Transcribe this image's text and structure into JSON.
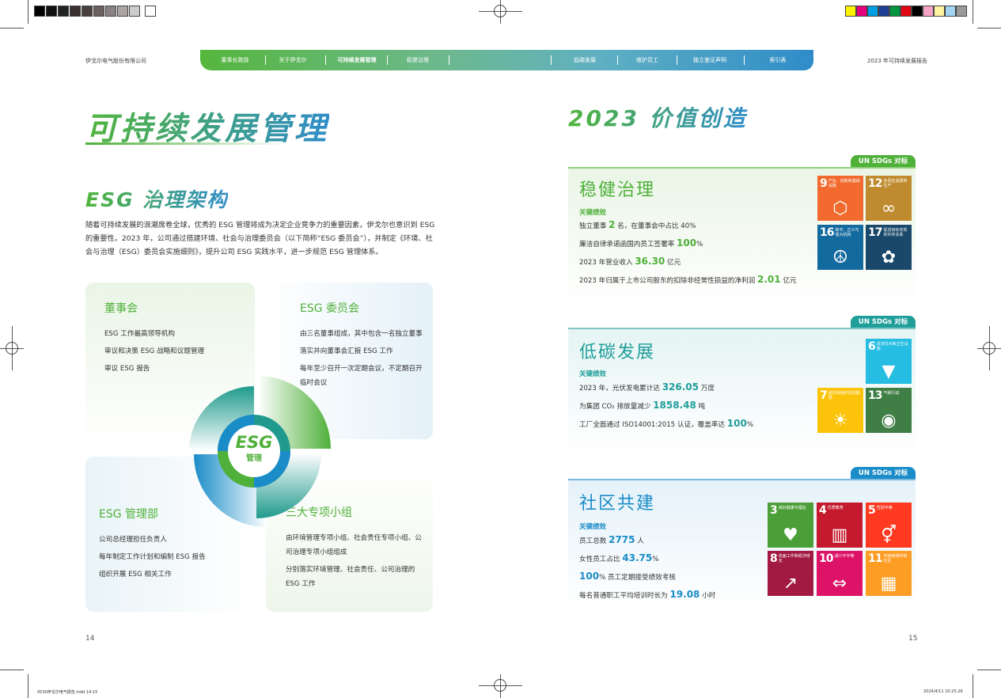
{
  "header": {
    "company": "伊戈尔电气股份有限公司",
    "report": "2023 年可持续发展报告",
    "nav": [
      "董事长致辞",
      "关于伊戈尔",
      "可持续发展管理",
      "稳健治理",
      "低碳发展",
      "维护员工",
      "独立鉴证声明",
      "索引表"
    ]
  },
  "left": {
    "title": "可持续发展管理",
    "subtitle": "ESG 治理架构",
    "intro": "随着可持续发展的浪潮席卷全球，优秀的 ESG 管理将成为决定企业竞争力的重要因素，伊戈尔也意识到 ESG 的重要性。2023 年，公司通过搭建环境、社会与治理委员会（以下简称“ESG 委员会”），并制定《环境、社会与治理（ESG）委员会实施细则》，提升公司 ESG 实践水平，进一步规范 ESG 管理体系。",
    "boxes": [
      {
        "title": "董事会",
        "items": [
          "ESG 工作最高领导机构",
          "审议和决策 ESG 战略和议题管理",
          "审议 ESG 报告"
        ]
      },
      {
        "title": "ESG 委员会",
        "items": [
          "由三名董事组成，其中包含一名独立董事",
          "落实并向董事会汇报 ESG 工作",
          "每年至少召开一次定期会议，不定期召开临时会议"
        ]
      },
      {
        "title": "ESG 管理部",
        "items": [
          "公司总经理担任负责人",
          "每年制定工作计划和编制 ESG 报告",
          "组织开展 ESG 相关工作"
        ]
      },
      {
        "title": "三大专项小组",
        "items": [
          "由环境管理专项小组、社会责任专项小组、公司治理专项小组组成",
          "分别落实环境管理、社会责任、公司治理的 ESG 工作"
        ]
      }
    ],
    "center": {
      "big": "ESG",
      "small": "管理"
    },
    "page": "14"
  },
  "right": {
    "title": "2023 价值创造",
    "tag": "UN SDGs 对标",
    "kp_label": "关键绩效",
    "sections": [
      {
        "title": "稳健治理",
        "color": "#4fb03a",
        "lines": [
          {
            "pre": "独立董事 ",
            "val": "2",
            "post": " 名，在董事会中占比 40%"
          },
          {
            "pre": "廉洁自律承诺函国内员工签署率 ",
            "val": "100",
            "post": "%"
          },
          {
            "pre": "2023 年营业收入 ",
            "val": "36.30",
            "post": " 亿元"
          },
          {
            "pre": "2023 年归属于上市公司股东的扣除非经常性损益的净利润 ",
            "val": "2.01",
            "post": " 亿元"
          }
        ]
      },
      {
        "title": "低碳发展",
        "color": "#1f9e9a",
        "lines": [
          {
            "pre": "2023 年，光伏发电累计达 ",
            "val": "326.05",
            "post": " 万度"
          },
          {
            "pre": "为集团 CO₂ 排放量减少 ",
            "val": "1858.48",
            "post": " 吨"
          },
          {
            "pre": "工厂全面通过 ISO14001:2015 认证，覆盖率达 ",
            "val": "100",
            "post": "%"
          }
        ]
      },
      {
        "title": "社区共建",
        "color": "#1a8cc8",
        "lines": [
          {
            "pre": "员工总数 ",
            "val": "2775",
            "post": " 人"
          },
          {
            "pre": "女性员工占比 ",
            "val": "43.75",
            "post": "%"
          },
          {
            "pre": "",
            "val": "100",
            "post": "% 员工定期接受绩效考核"
          },
          {
            "pre": "每名普通职工平均培训时长为 ",
            "val": "19.08",
            "post": " 小时"
          }
        ]
      }
    ],
    "sdgs": {
      "s9": {
        "n": "9",
        "l": "产业、创新和基础设施",
        "c": "#f26a2d"
      },
      "s12": {
        "n": "12",
        "l": "负责任消费和生产",
        "c": "#bf8b2e"
      },
      "s16": {
        "n": "16",
        "l": "和平、正义与强大机构",
        "c": "#136a9f"
      },
      "s17": {
        "n": "17",
        "l": "促进目标实现的伙伴关系",
        "c": "#19486a"
      },
      "s6": {
        "n": "6",
        "l": "清洁饮水和卫生设施",
        "c": "#26bde2"
      },
      "s7": {
        "n": "7",
        "l": "经济适用的清洁能源",
        "c": "#fcc30b"
      },
      "s13": {
        "n": "13",
        "l": "气候行动",
        "c": "#3f7e44"
      },
      "s3": {
        "n": "3",
        "l": "良好健康与福祉",
        "c": "#4c9f38"
      },
      "s4": {
        "n": "4",
        "l": "优质教育",
        "c": "#c5192d"
      },
      "s5": {
        "n": "5",
        "l": "性别平等",
        "c": "#ff3a21"
      },
      "s8": {
        "n": "8",
        "l": "体面工作和经济增长",
        "c": "#a21942"
      },
      "s10": {
        "n": "10",
        "l": "减少不平等",
        "c": "#dd1367"
      },
      "s11": {
        "n": "11",
        "l": "可持续城市和社区",
        "c": "#fd9d24"
      }
    },
    "page": "15"
  },
  "print": {
    "file": "0530伊戈尔电气报告.indd 14-15",
    "date": "2024/4/11  10:25:26"
  }
}
